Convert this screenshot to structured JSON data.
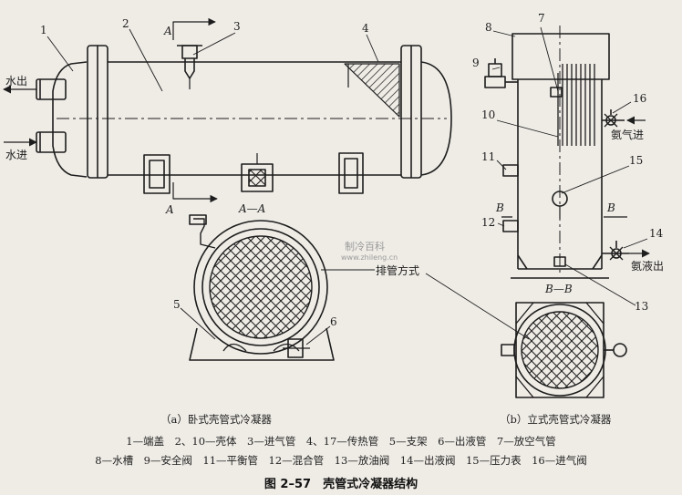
{
  "labels": {
    "water_out": "水出",
    "water_in": "水进",
    "ammonia_gas_in": "氨气进",
    "ammonia_liquid_out": "氨液出",
    "tube_arrangement": "排管方式",
    "section_aa": "A—A",
    "section_bb": "B—B",
    "mark_a": "A",
    "mark_b": "B"
  },
  "numbers": {
    "n1": "1",
    "n2": "2",
    "n3": "3",
    "n4": "4",
    "n5": "5",
    "n6": "6",
    "n7": "7",
    "n8": "8",
    "n9": "9",
    "n10": "10",
    "n11": "11",
    "n12": "12",
    "n13": "13",
    "n14": "14",
    "n15": "15",
    "n16": "16"
  },
  "captions": {
    "horizontal": "（a）卧式壳管式冷凝器",
    "vertical": "（b）立式壳管式冷凝器"
  },
  "legend": {
    "line1": "1—端盖　2、10—壳体　3—进气管　4、17—传热管　5—支架　6—出液管　7—放空气管",
    "line2": "8—水槽　9—安全阀　11—平衡管　12—混合管　13—放油阀　14—出液阀　15—压力表　16—进气阀"
  },
  "figure_title": "图 2–57　壳管式冷凝器结构",
  "watermark": {
    "logo": "制冷百科",
    "url": "www.zhileng.cn"
  }
}
